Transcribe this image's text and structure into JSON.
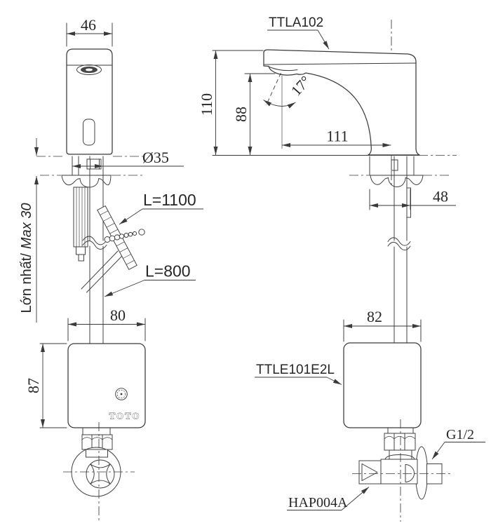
{
  "page": {
    "background": "#ffffff",
    "line_color": "#3a3a3a"
  },
  "labels": {
    "spout_model": "TTLA102",
    "controller_model": "TTLE101E2L",
    "valve_model": "HAP004A",
    "outlet_thread": "G1/2",
    "brand_logo": "TOTO",
    "sensor_cable_length": "L=1100",
    "supply_hose_length": "L=800",
    "max_counter_thickness_vi": "Lớn nhất/",
    "max_counter_thickness_en": "Max 30"
  },
  "dimensions": {
    "spout_top_width": "46",
    "shank_diameter": "Ø35",
    "total_height": "110",
    "outlet_height": "88",
    "spout_reach": "111",
    "base_depth": "48",
    "spray_angle": "17°",
    "controller_width": "80",
    "controller_height": "87",
    "controller_depth": "82"
  }
}
